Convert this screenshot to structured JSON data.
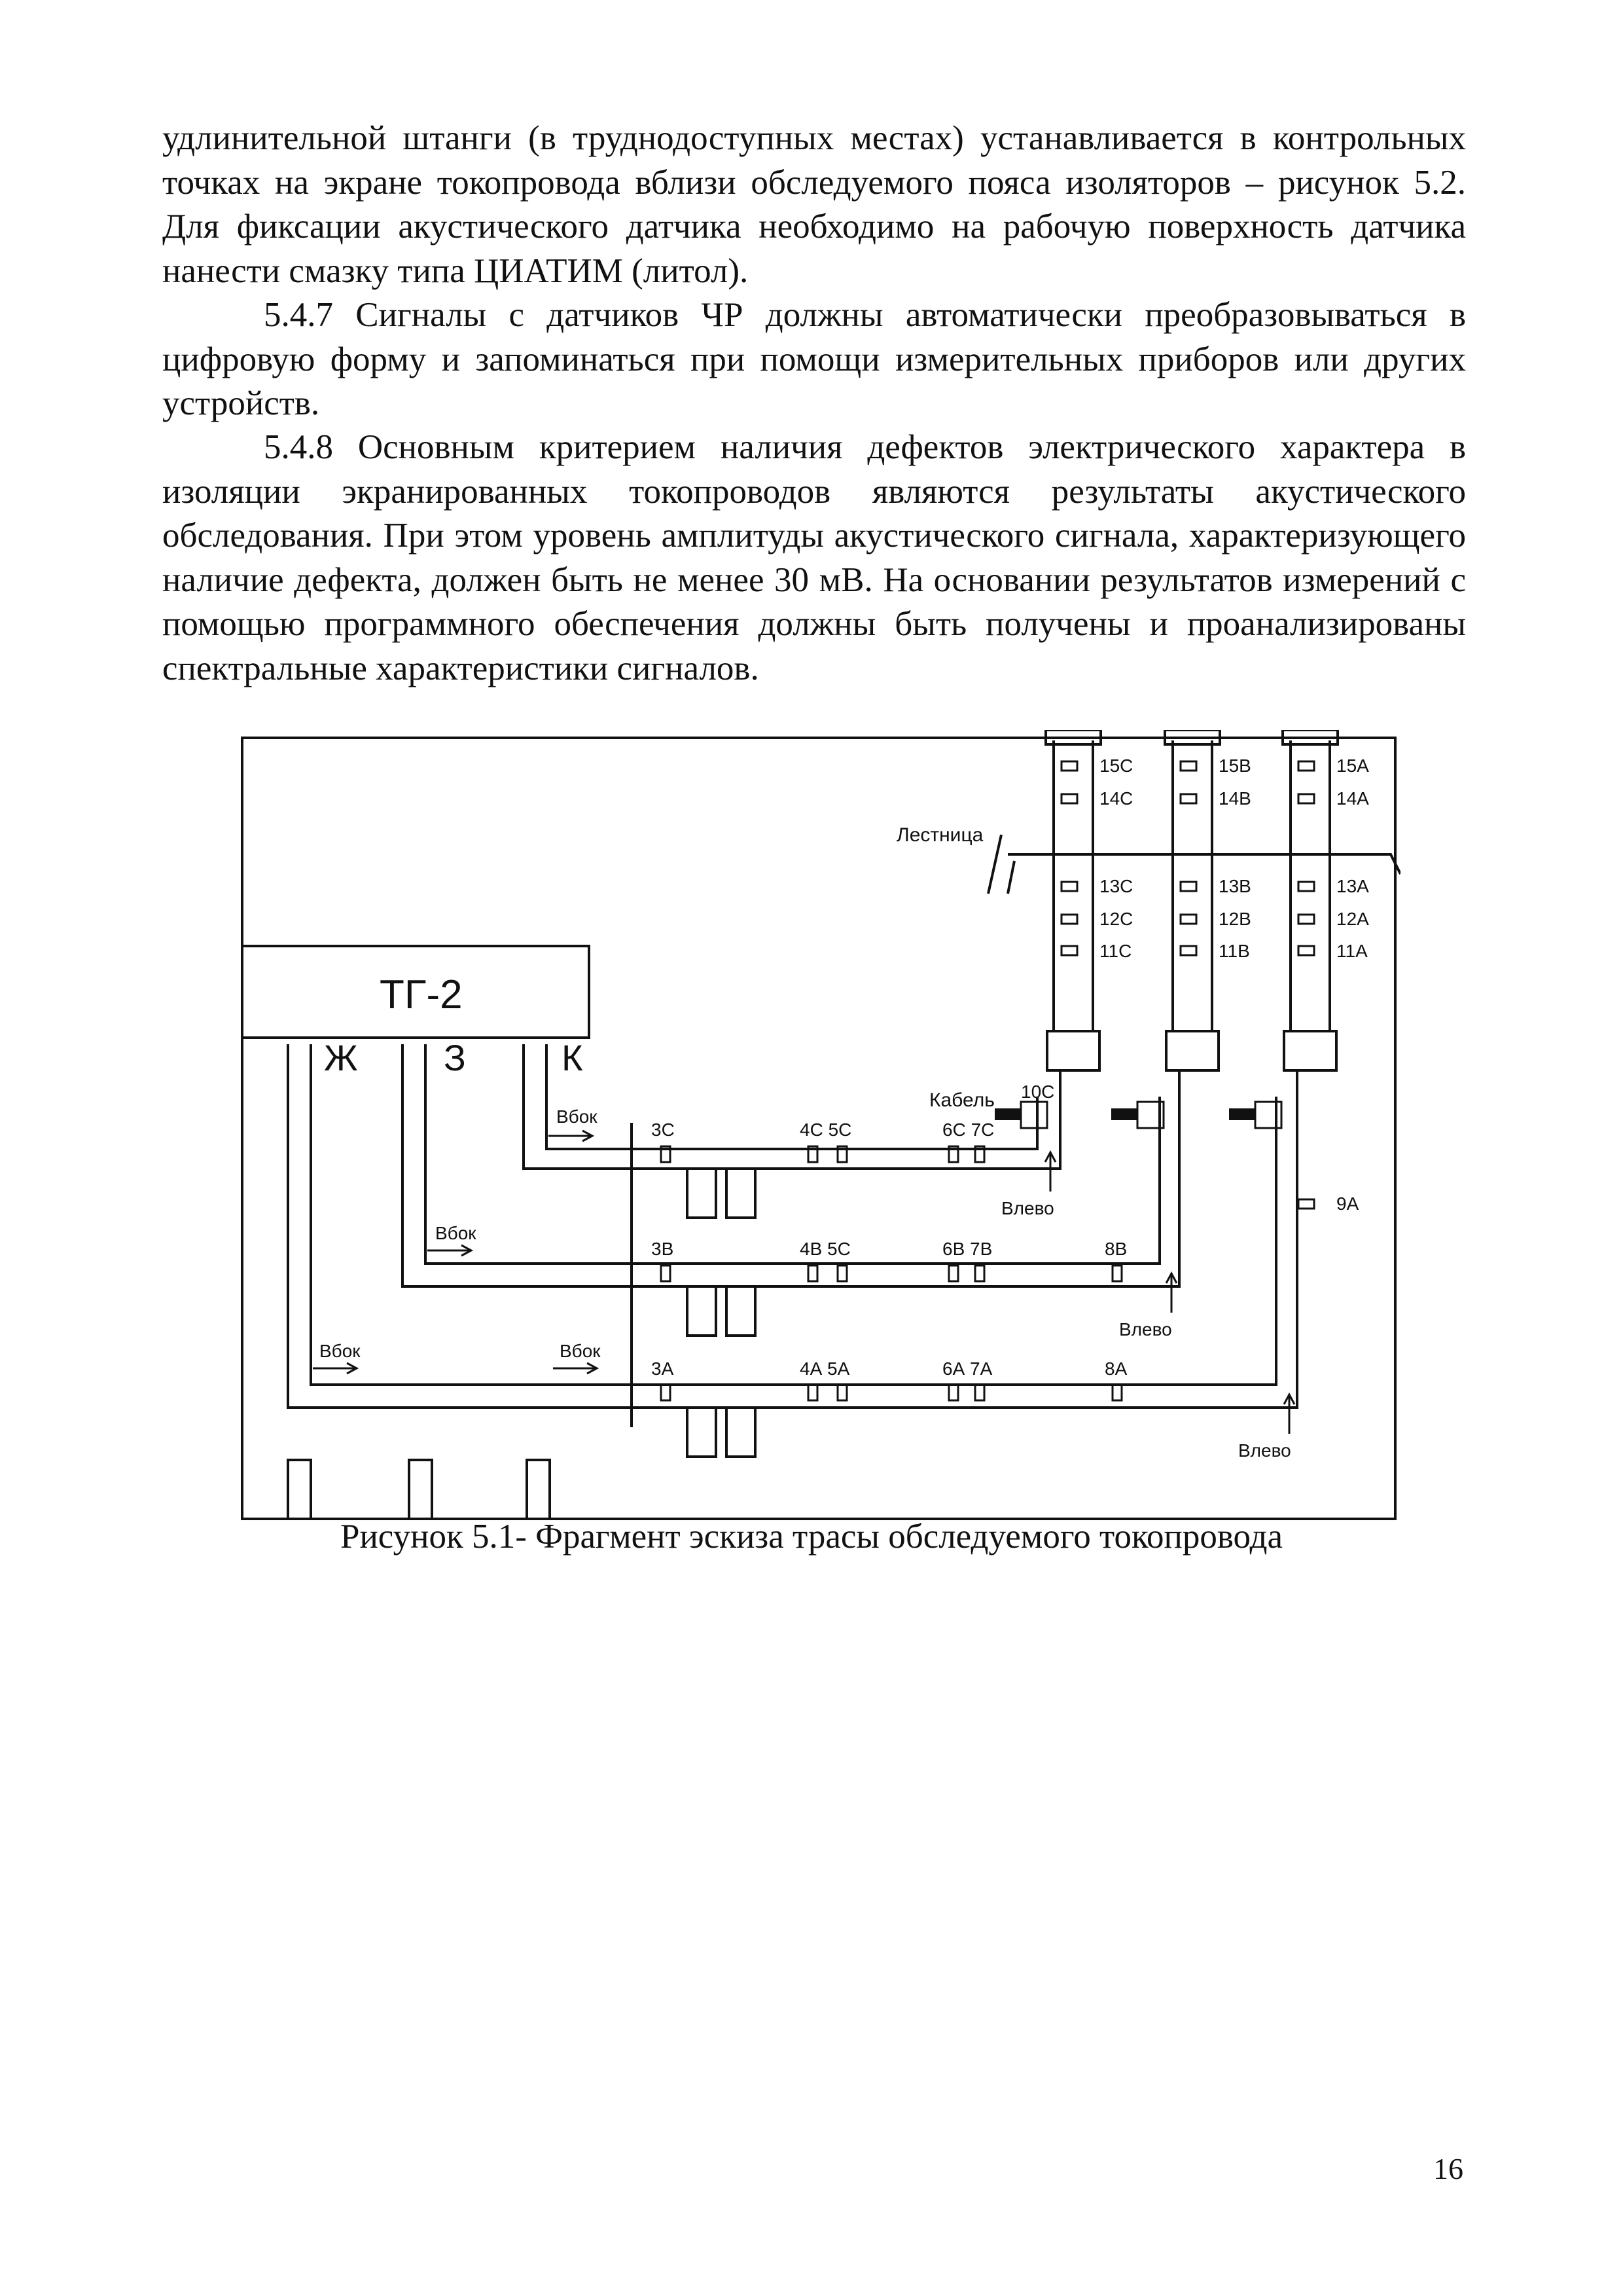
{
  "paragraphs": {
    "p1": "удлинительной штанги (в труднодоступных местах) устанавливается в контрольных точках на экране токопровода вблизи обследуемого пояса изоляторов – рисунок 5.2. Для фиксации акустического датчика необходимо на рабочую поверхность датчика нанести смазку типа ЦИАТИМ (литол).",
    "p2": "5.4.7 Сигналы с датчиков ЧР должны автоматически преобразовываться в цифровую форму и запоминаться при помощи измерительных приборов или других устройств.",
    "p3": "5.4.8 Основным критерием наличия дефектов электрического характера в изоляции экранированных токопроводов являются результаты акустического обследования. При этом уровень амплитуды акустического сигнала, характеризующего наличие дефекта, должен быть не менее 30 мВ. На основании результатов измерений с помощью программного обеспечения должны быть получены и проанализированы спектральные характеристики сигналов."
  },
  "figure": {
    "transformer_label": "ТГ-2",
    "phase_labels": [
      "Ж",
      "З",
      "К"
    ],
    "ladder_label": "Лестница",
    "cable_label": "Кабель",
    "direction_side": "Вбок",
    "direction_left": "Влево",
    "points_c": [
      "3С",
      "4С 5С",
      "6С 7С",
      "10С",
      "11С",
      "12С",
      "13С",
      "14С",
      "15С"
    ],
    "points_b": [
      "3В",
      "4В 5С",
      "6В 7В",
      "8В",
      "11В",
      "12В",
      "13В",
      "14В",
      "15В"
    ],
    "points_a": [
      "3А",
      "4А 5А",
      "6А 7А",
      "8А",
      "9А",
      "11А",
      "12А",
      "13А",
      "14А",
      "15А"
    ]
  },
  "caption": "Рисунок 5.1- Фрагмент эскиза трасы обследуемого токопровода",
  "page_number": "16"
}
